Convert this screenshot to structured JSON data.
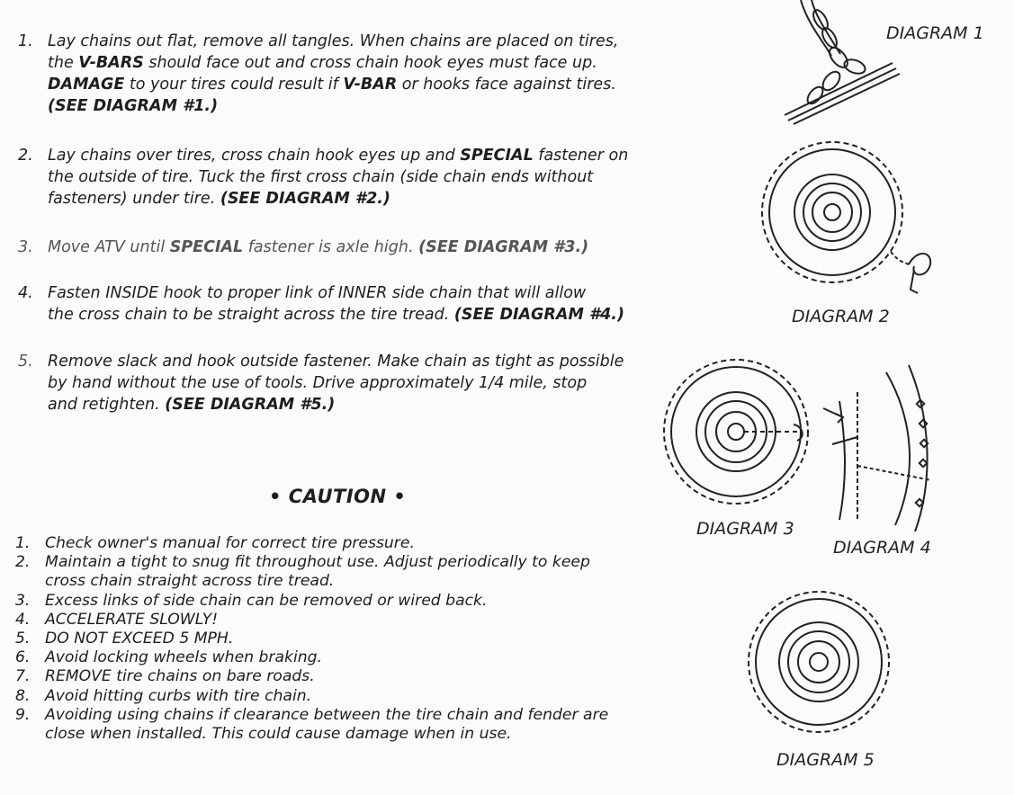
{
  "steps": [
    {
      "number": "1.",
      "lines": [
        [
          {
            "t": "Lay chains out flat, remove all tangles.  When chains are placed on tires,"
          }
        ],
        [
          {
            "t": "the "
          },
          {
            "t": "V-BARS",
            "b": true
          },
          {
            "t": " should face out and cross chain hook eyes must face up."
          }
        ],
        [
          {
            "t": "DAMAGE",
            "b": true
          },
          {
            "t": " to your tires could result if "
          },
          {
            "t": "V-BAR",
            "b": true
          },
          {
            "t": " or hooks face against tires."
          }
        ],
        [
          {
            "t": "(SEE DIAGRAM #1.)",
            "b": true
          }
        ]
      ]
    },
    {
      "number": "2.",
      "lines": [
        [
          {
            "t": "Lay chains over tires, cross chain hook eyes up and "
          },
          {
            "t": "SPECIAL",
            "b": true
          },
          {
            "t": " fastener on"
          }
        ],
        [
          {
            "t": "the outside of tire.  Tuck the first cross chain (side chain ends without"
          }
        ],
        [
          {
            "t": "fasteners) under tire.  "
          },
          {
            "t": "(SEE DIAGRAM #2.)",
            "b": true
          }
        ]
      ]
    },
    {
      "number": "3.",
      "lines": [
        [
          {
            "t": "Move ATV until "
          },
          {
            "t": "SPECIAL",
            "b": true
          },
          {
            "t": " fastener is axle high.  "
          },
          {
            "t": "(SEE DIAGRAM #3.)",
            "b": true
          }
        ]
      ]
    },
    {
      "number": "4.",
      "lines": [
        [
          {
            "t": "Fasten INSIDE hook to proper link of INNER side chain that will allow"
          }
        ],
        [
          {
            "t": "the cross chain to be straight across the tire tread.  "
          },
          {
            "t": "(SEE DIAGRAM #4.)",
            "b": true
          }
        ]
      ]
    },
    {
      "number": "5.",
      "lines": [
        [
          {
            "t": "Remove slack and hook outside fastener.  Make chain as tight as possible"
          }
        ],
        [
          {
            "t": "by hand without the use of tools.  Drive approximately 1/4 mile, stop"
          }
        ],
        [
          {
            "t": "and retighten.  "
          },
          {
            "t": "(SEE DIAGRAM #5.)",
            "b": true
          }
        ]
      ]
    }
  ],
  "caution": {
    "title": "• CAUTION •",
    "items": [
      {
        "number": "1.",
        "lines": [
          "Check owner's manual for correct tire pressure."
        ]
      },
      {
        "number": "2.",
        "lines": [
          "Maintain a tight to snug fit throughout use.  Adjust periodically to keep",
          "cross chain straight across tire tread."
        ]
      },
      {
        "number": "3.",
        "lines": [
          "Excess links of side chain can be removed or wired back."
        ]
      },
      {
        "number": "4.",
        "lines": [
          "ACCELERATE SLOWLY!"
        ]
      },
      {
        "number": "5.",
        "lines": [
          "DO NOT EXCEED 5 MPH."
        ]
      },
      {
        "number": "6.",
        "lines": [
          "Avoid locking wheels when braking."
        ]
      },
      {
        "number": "7.",
        "lines": [
          "REMOVE tire chains on bare roads."
        ]
      },
      {
        "number": "8.",
        "lines": [
          "Avoid hitting curbs with tire chain."
        ]
      },
      {
        "number": "9.",
        "lines": [
          "Avoiding using chains if clearance between the tire chain and fender are",
          "close when installed. This could cause damage when in use."
        ]
      }
    ]
  },
  "diagrams": {
    "d1": "DIAGRAM 1",
    "d2": "DIAGRAM 2",
    "d3": "DIAGRAM 3",
    "d4": "DIAGRAM 4",
    "d5": "DIAGRAM 5"
  }
}
